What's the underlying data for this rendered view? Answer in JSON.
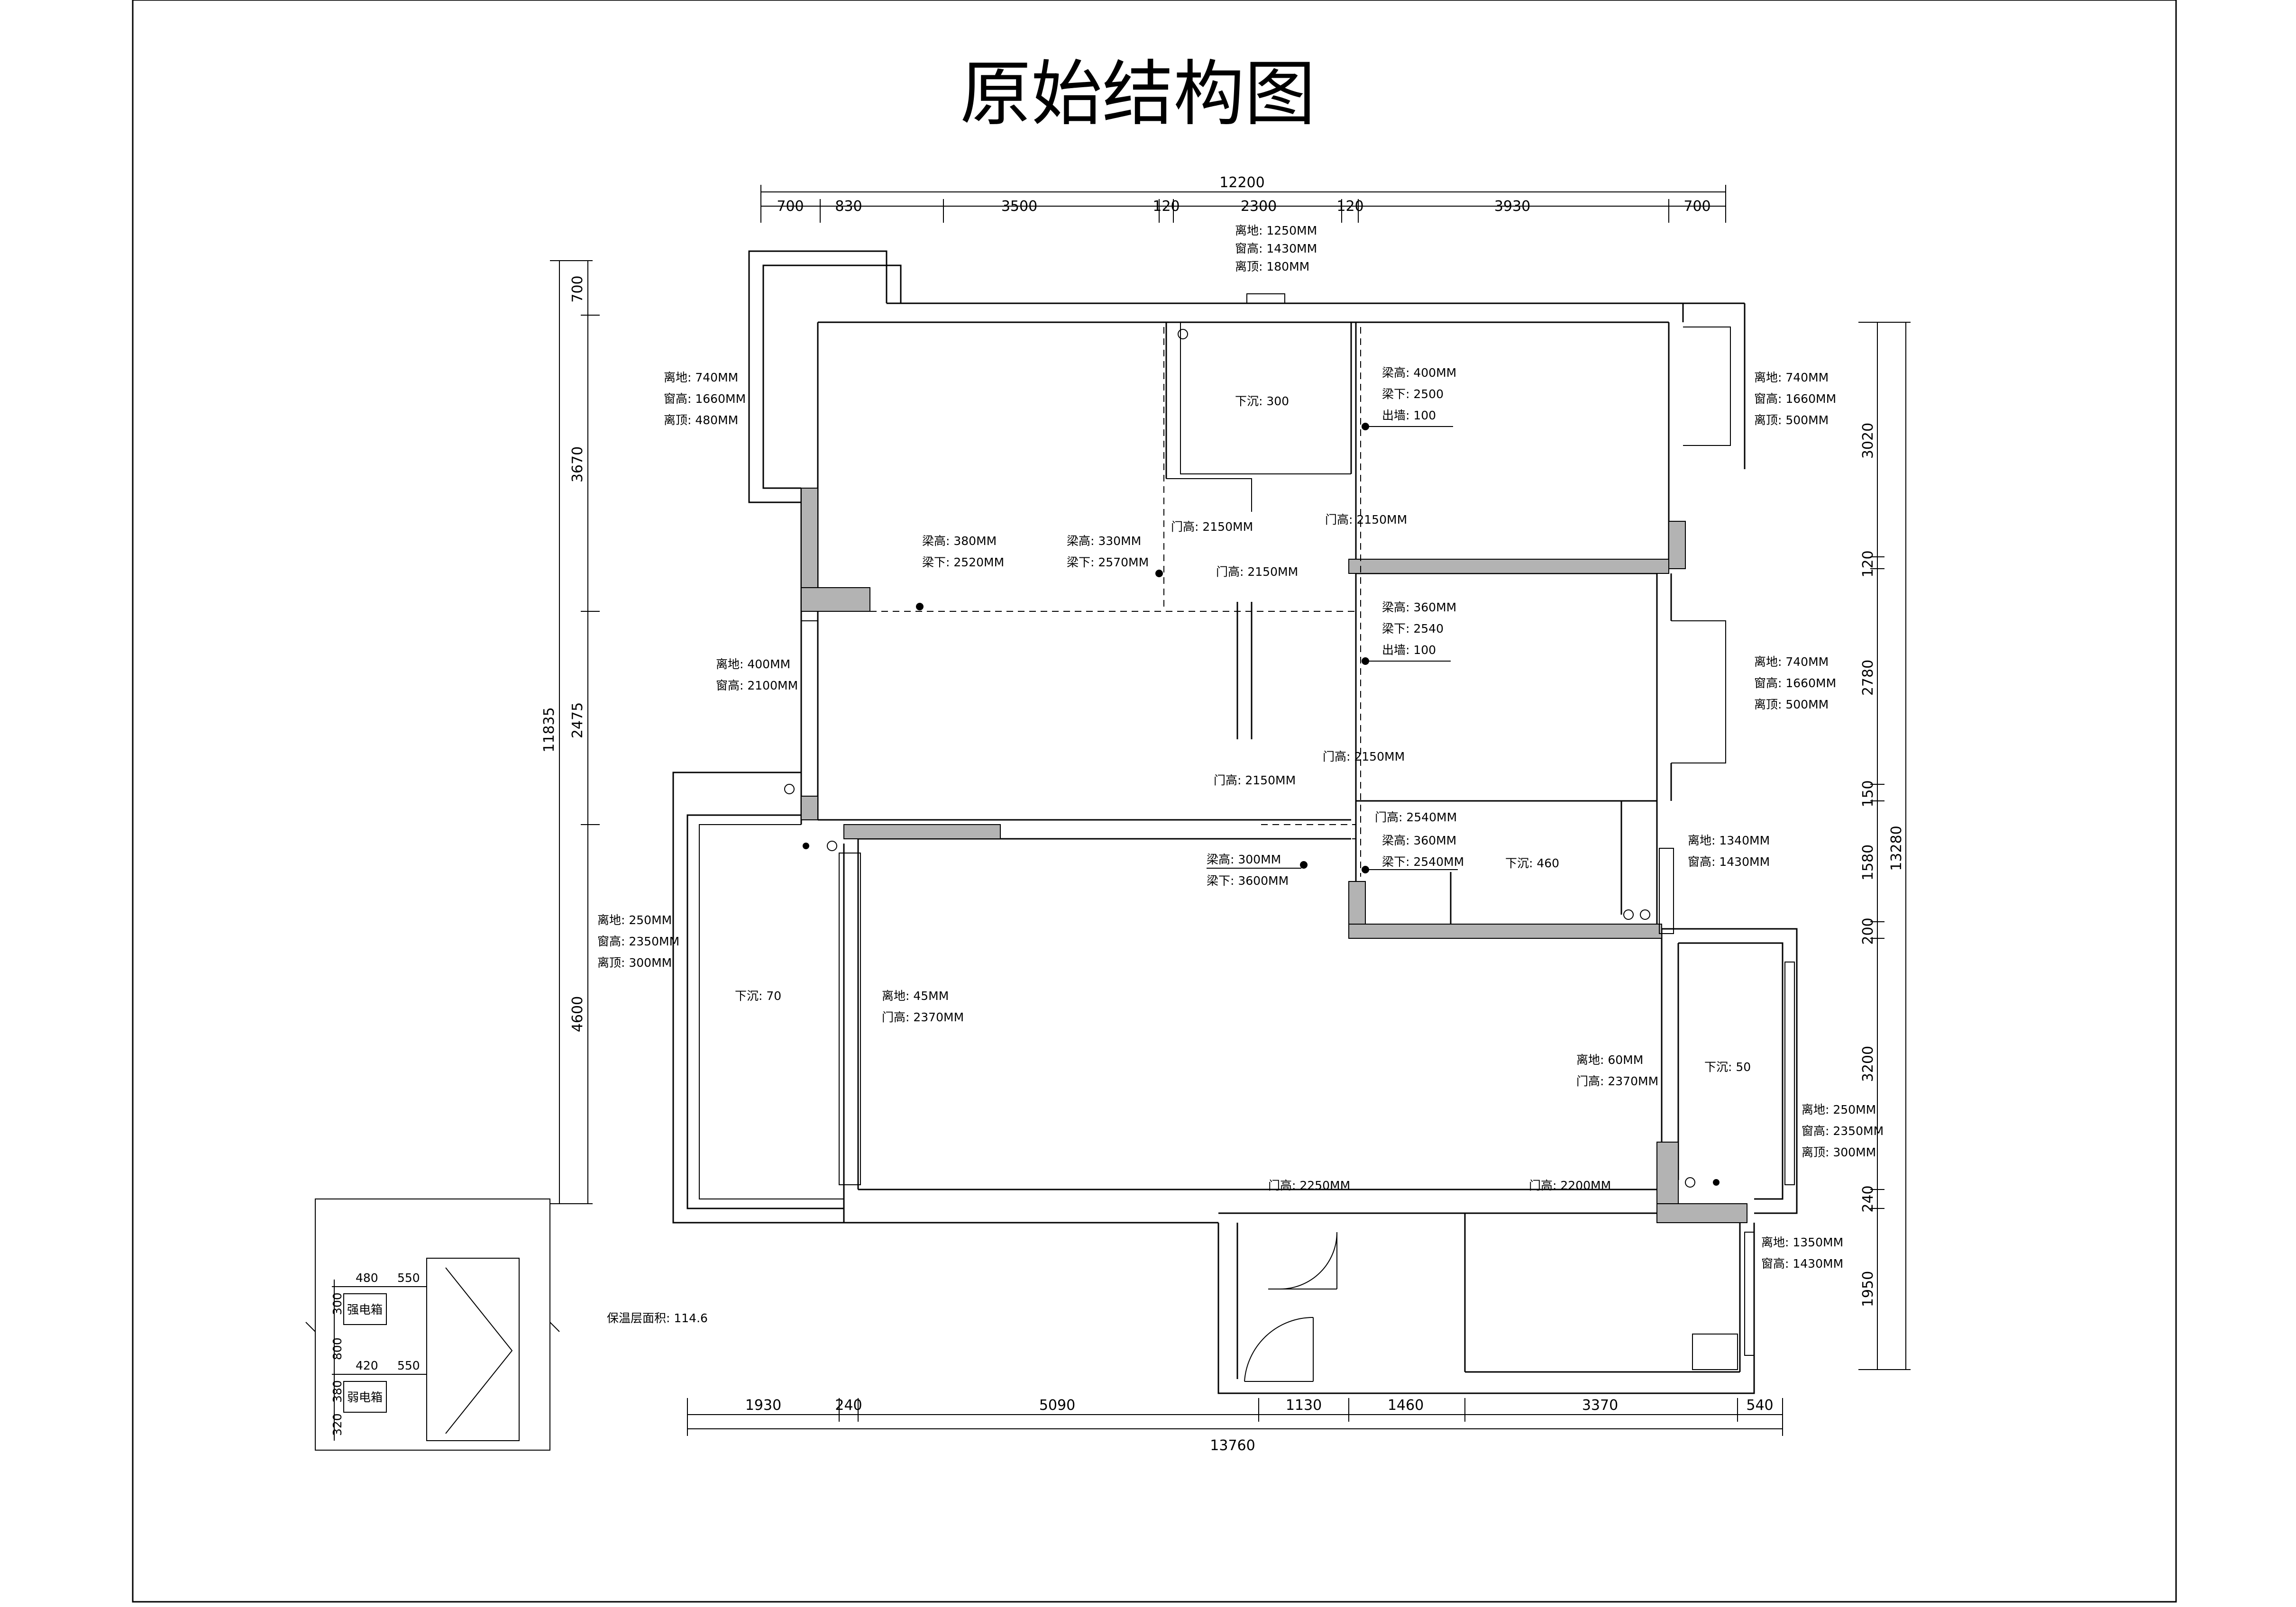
{
  "title": "原始结构图",
  "insulation_area": "保温层面积: 114.6",
  "top_dims": {
    "total": "12200",
    "segments": [
      "700",
      "830",
      "3500",
      "120",
      "2300",
      "120",
      "3930",
      "700"
    ]
  },
  "bottom_dims": {
    "total": "13760",
    "segments": [
      "1930",
      "240",
      "5090",
      "1130",
      "1460",
      "3370",
      "540"
    ]
  },
  "left_dims": {
    "total": "11835",
    "segments": [
      "700",
      "3670",
      "2475",
      "4600"
    ]
  },
  "right_dims": {
    "total": "13280",
    "segments": [
      "3020",
      "120",
      "2780",
      "150",
      "1580",
      "200",
      "3200",
      "240",
      "1950"
    ]
  },
  "notes": {
    "top_window": [
      "离地: 1250MM",
      "窗高: 1430MM",
      "离顶: 180MM"
    ],
    "left_upper_window": [
      "离地: 740MM",
      "窗高: 1660MM",
      "离顶: 480MM"
    ],
    "left_mid_window": [
      "离地: 400MM",
      "窗高: 2100MM"
    ],
    "left_lower_window": [
      "离地: 250MM",
      "窗高: 2350MM",
      "离顶: 300MM"
    ],
    "beam_a": [
      "梁高: 380MM",
      "梁下: 2520MM"
    ],
    "beam_b": [
      "梁高: 330MM",
      "梁下: 2570MM"
    ],
    "beam_c": [
      "梁高: 400MM",
      "梁下: 2500",
      "出墙: 100"
    ],
    "beam_d": [
      "梁高: 360MM",
      "梁下: 2540",
      "出墙: 100"
    ],
    "beam_e": [
      "梁高: 300MM",
      "梁下: 3600MM"
    ],
    "beam_f": [
      "梁高: 360MM",
      "梁下: 2540MM"
    ],
    "door_2540": "门高: 2540MM",
    "right_upper_window": [
      "离地: 740MM",
      "窗高: 1660MM",
      "离顶: 500MM"
    ],
    "right_mid_window": [
      "离地: 740MM",
      "窗高: 1660MM",
      "离顶: 500MM"
    ],
    "right_small_window": [
      "离地: 1340MM",
      "窗高: 1430MM"
    ],
    "right_balcony_window": [
      "离地: 250MM",
      "窗高: 2350MM",
      "离顶: 300MM"
    ],
    "right_bottom_window": [
      "离地: 1350MM",
      "窗高: 1430MM"
    ],
    "living_door": [
      "离地: 45MM",
      "门高: 2370MM"
    ],
    "balcony_door": [
      "离地: 60MM",
      "门高: 2370MM"
    ],
    "door_heights": {
      "d1": "门高: 2150MM",
      "d2": "门高: 2150MM",
      "d3": "门高: 2150MM",
      "d4": "门高: 2150MM",
      "d5": "门高: 2150MM",
      "d6": "门高: 2250MM",
      "d7": "门高: 2200MM"
    },
    "sink_300": "下沉: 300",
    "sink_460": "下沉: 460",
    "sink_70": "下沉: 70",
    "sink_50": "下沉: 50"
  },
  "elec": {
    "strong": "强电箱",
    "weak": "弱电箱",
    "dims": [
      "480",
      "550",
      "300",
      "800",
      "420",
      "550",
      "380",
      "320"
    ]
  }
}
